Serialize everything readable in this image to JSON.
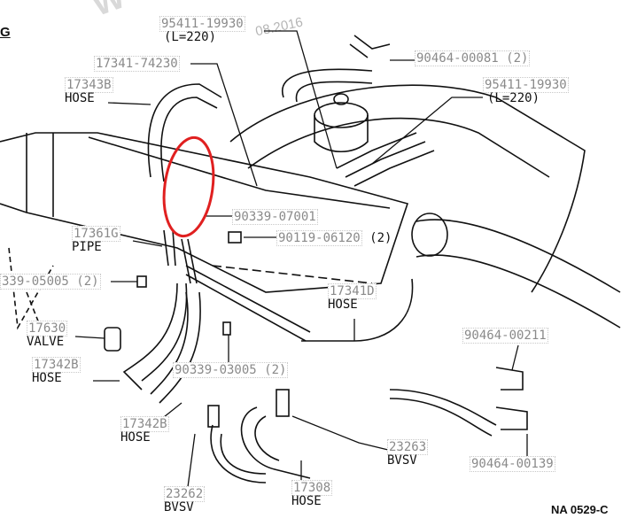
{
  "section_letter": "G",
  "watermark_date": "08.2016",
  "watermark_text": "W",
  "diagram_code": "NA 0529-C",
  "highlight_color": "#e02020",
  "labels": {
    "p95411_top": {
      "part": "95411-19930",
      "note": "(L=220)"
    },
    "p17341_74230": {
      "part": "17341-74230"
    },
    "p17343b": {
      "part": "17343B",
      "name": "HOSE"
    },
    "p90464_00081": {
      "part": "90464-00081 (2)"
    },
    "p95411_right": {
      "part": "95411-19930",
      "note": "(L=220)"
    },
    "p90339_07001": {
      "part": "90339-07001"
    },
    "p17361g": {
      "part": "17361G",
      "name": "PIPE"
    },
    "p90119_06120": {
      "part": "90119-06120",
      "qty": "(2)"
    },
    "p90339_05005": {
      "part": "339-05005 (2)"
    },
    "p17341d": {
      "part": "17341D",
      "name": "HOSE"
    },
    "p17630": {
      "part": "17630",
      "name": "VALVE"
    },
    "p90464_00211": {
      "part": "90464-00211"
    },
    "p17342b_left": {
      "part": "17342B",
      "name": "HOSE"
    },
    "p90339_03005": {
      "part": "90339-03005 (2)"
    },
    "p17342b_mid": {
      "part": "17342B",
      "name": "HOSE"
    },
    "p23263": {
      "part": "23263",
      "name": "BVSV"
    },
    "p90464_00139": {
      "part": "90464-00139"
    },
    "p23262": {
      "part": "23262",
      "name": "BVSV"
    },
    "p17308": {
      "part": "17308",
      "name": "HOSE"
    }
  }
}
